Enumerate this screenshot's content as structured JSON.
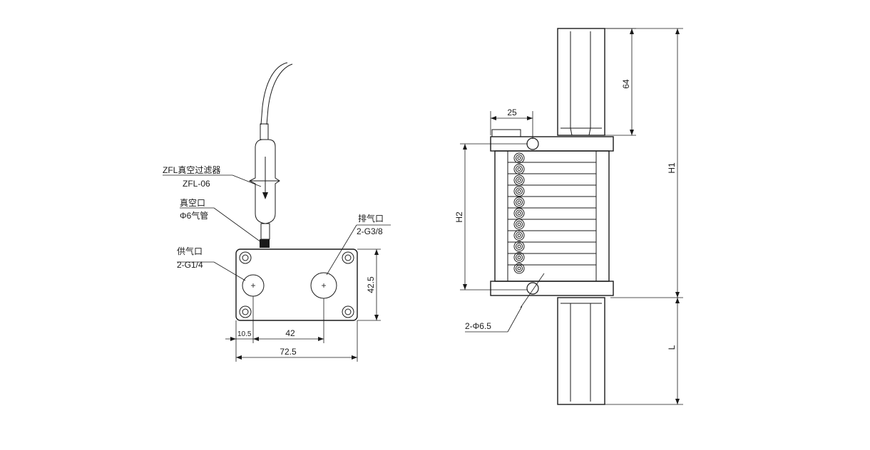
{
  "left_view": {
    "filter_label": "ZFL真空过滤器",
    "filter_model": "ZFL-06",
    "vacuum_port_label": "真空口",
    "vacuum_port_spec": "Φ6气管",
    "supply_port_label": "供气口",
    "supply_port_spec": "2-G1/4",
    "exhaust_port_label": "排气口",
    "exhaust_port_spec": "2-G3/8",
    "dim_height": "42.5",
    "dim_offset": "10.5",
    "dim_pitch": "42",
    "dim_width": "72.5"
  },
  "right_view": {
    "dim_top_width": "25",
    "dim_top_length": "64",
    "dim_h1": "H1",
    "dim_h2": "H2",
    "dim_l": "L",
    "mount_holes": "2-Φ6.5"
  }
}
